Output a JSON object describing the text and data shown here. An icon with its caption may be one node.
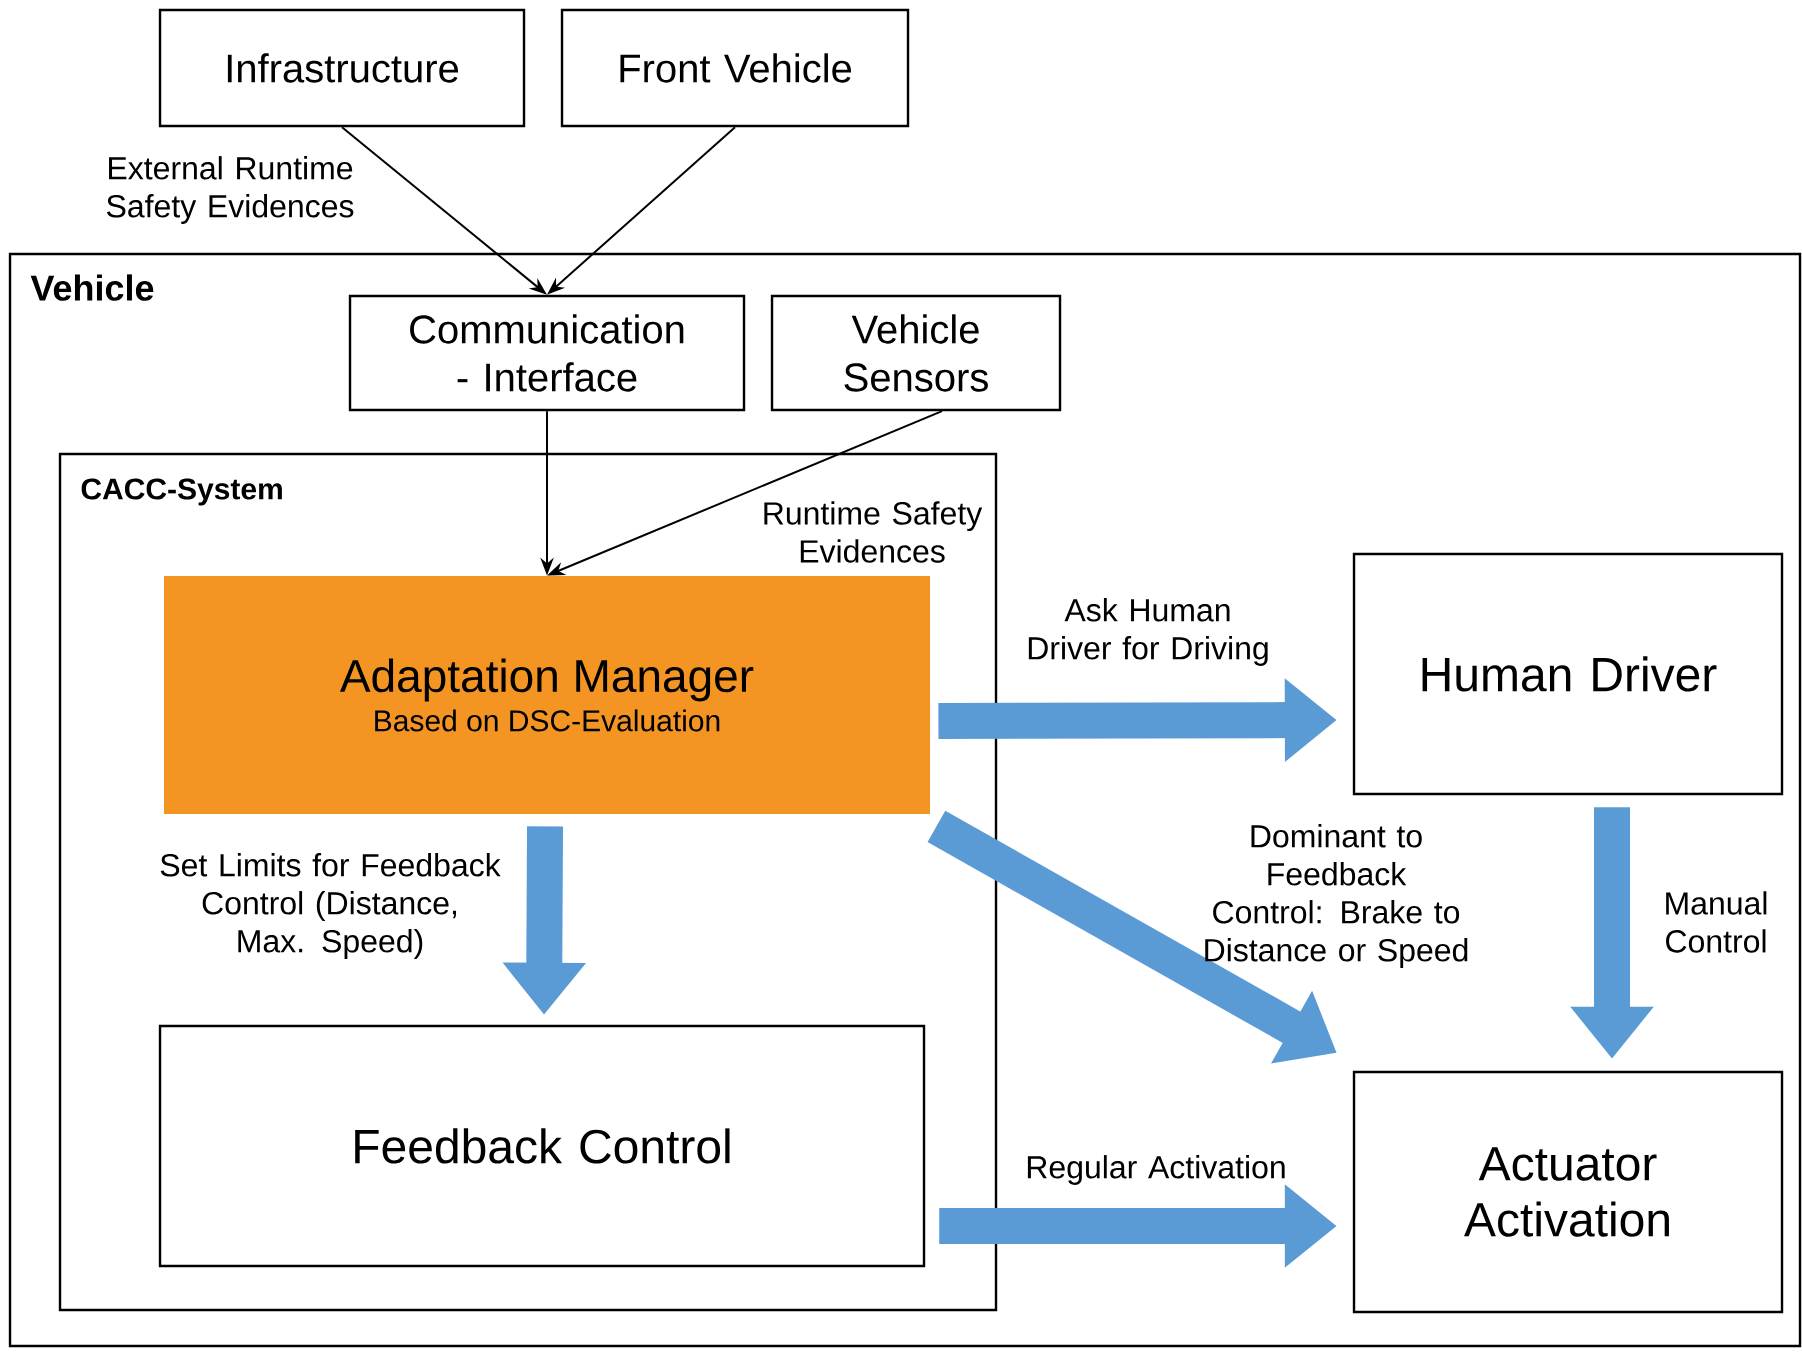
{
  "diagram": {
    "nodes": [
      {
        "text": [
          "Infrastructure"
        ]
      },
      {
        "text": [
          "Front Vehicle"
        ]
      },
      {
        "text": [
          "Vehicle"
        ]
      },
      {
        "text": [
          "Communication - Interface"
        ],
        "in": 2
      },
      {
        "text": [
          "Vehicle Sensors"
        ],
        "in": 2
      },
      {
        "text": [
          "CACC-System"
        ],
        "in": 2
      },
      {
        "text": [
          "Adaptation Manager",
          "Based on DSC-Evaluation"
        ],
        "in": 5
      },
      {
        "text": [
          "Feedback Control"
        ],
        "in": 5
      },
      {
        "text": [
          "Human Driver"
        ],
        "in": 2
      },
      {
        "text": [
          "Actuator Activation"
        ],
        "in": 2
      }
    ],
    "edges": [
      {
        "from": 0,
        "to": 3,
        "arrow": "to",
        "label": "External Runtime Safety Evidences",
        "color": "#000000"
      },
      {
        "from": 1,
        "to": 3,
        "arrow": "to",
        "color": "#000000"
      },
      {
        "from": 3,
        "to": 6,
        "arrow": "to",
        "color": "#000000"
      },
      {
        "from": 4,
        "to": 6,
        "arrow": "to",
        "label": "Runtime Safety Evidences",
        "color": "#000000"
      },
      {
        "from": 6,
        "to": 8,
        "arrow": "to",
        "label": "Ask Human Driver for Driving"
      },
      {
        "from": 6,
        "to": 9,
        "arrow": "to",
        "label": "Dominant to Feedback Control: Brake to Distance or Speed"
      },
      {
        "from": 6,
        "to": 7,
        "arrow": "to",
        "label": "Set Limits for Feedback Control (Distance, Max. Speed)"
      },
      {
        "from": 7,
        "to": 9,
        "arrow": "to",
        "label": "Regular Activation"
      },
      {
        "from": 8,
        "to": 9,
        "arrow": "to",
        "label": "Manual Control"
      }
    ]
  }
}
